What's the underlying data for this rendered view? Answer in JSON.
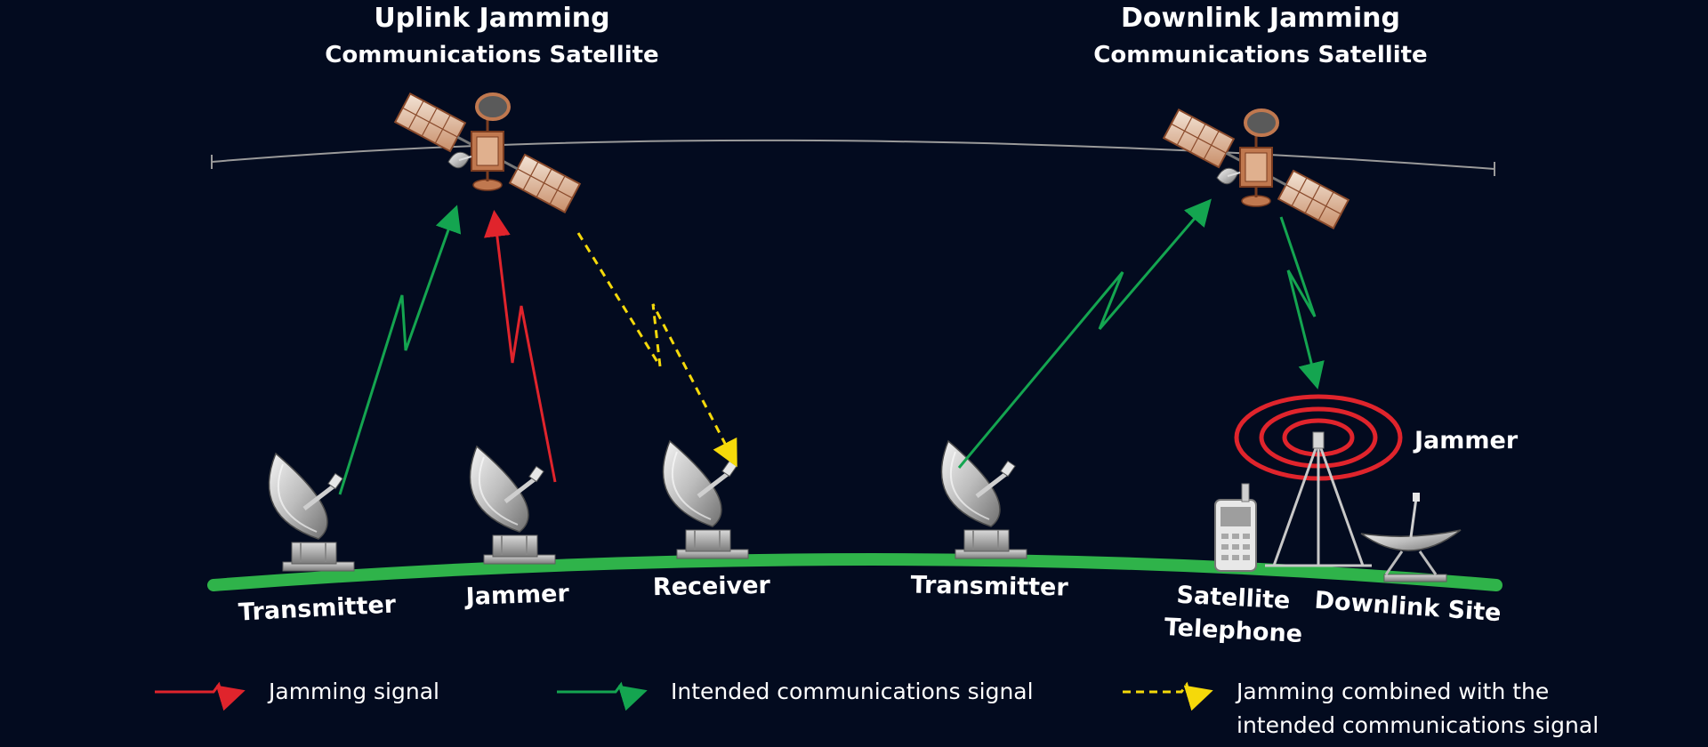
{
  "uplink": {
    "title": "Uplink Jamming",
    "subtitle": "Communications Satellite"
  },
  "downlink": {
    "title": "Downlink Jamming",
    "subtitle": "Communications Satellite"
  },
  "ground_labels": {
    "transmitter_1": "Transmitter",
    "jammer_1": "Jammer",
    "receiver": "Receiver",
    "transmitter_2": "Transmitter",
    "satellite_telephone_line1": "Satellite",
    "satellite_telephone_line2": "Telephone",
    "downlink_site": "Downlink Site",
    "jammer_tower": "Jammer"
  },
  "legend": {
    "jamming": "Jamming signal",
    "intended": "Intended communications signal",
    "combined_line1": "Jamming combined with the",
    "combined_line2": "intended communications signal"
  },
  "colors": {
    "background": "#030b1f",
    "jamming": "#e0242c",
    "intended": "#14a550",
    "combined": "#f5d90a",
    "ground": "#2fb34a"
  }
}
